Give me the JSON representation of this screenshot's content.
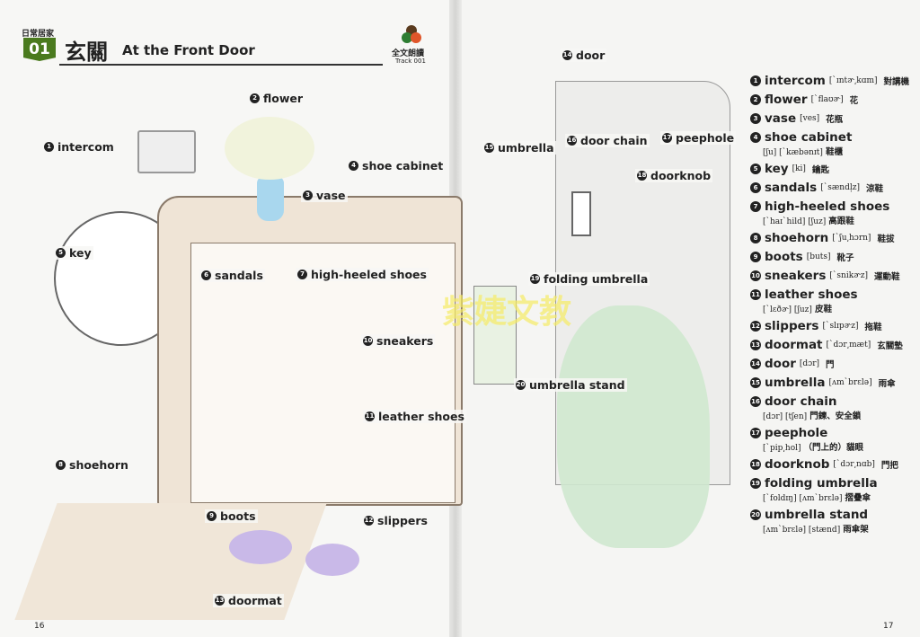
{
  "header": {
    "category": "日常居家",
    "lesson": "01",
    "title_zh": "玄關",
    "title_en": "At the Front Door",
    "audio_label": "全文朗讀",
    "track": "Track 001"
  },
  "watermark": "紫婕文教",
  "labels": [
    {
      "n": "1",
      "t": "intercom"
    },
    {
      "n": "2",
      "t": "flower"
    },
    {
      "n": "3",
      "t": "vase"
    },
    {
      "n": "4",
      "t": "shoe cabinet"
    },
    {
      "n": "5",
      "t": "key"
    },
    {
      "n": "6",
      "t": "sandals"
    },
    {
      "n": "7",
      "t": "high-heeled shoes"
    },
    {
      "n": "8",
      "t": "shoehorn"
    },
    {
      "n": "9",
      "t": "boots"
    },
    {
      "n": "10",
      "t": "sneakers"
    },
    {
      "n": "11",
      "t": "leather shoes"
    },
    {
      "n": "12",
      "t": "slippers"
    },
    {
      "n": "13",
      "t": "doormat"
    },
    {
      "n": "14",
      "t": "door"
    },
    {
      "n": "15",
      "t": "umbrella"
    },
    {
      "n": "16",
      "t": "door chain"
    },
    {
      "n": "17",
      "t": "peephole"
    },
    {
      "n": "18",
      "t": "doorknob"
    },
    {
      "n": "19",
      "t": "folding umbrella"
    },
    {
      "n": "20",
      "t": "umbrella stand"
    }
  ],
  "vocab": [
    {
      "n": "1",
      "w": "intercom",
      "p": "[ˋɪntɚ͵kɑm]",
      "z": "對講機"
    },
    {
      "n": "2",
      "w": "flower",
      "p": "[ˋflaʊɚ]",
      "z": "花"
    },
    {
      "n": "3",
      "w": "vase",
      "p": "[ves]",
      "z": "花瓶"
    },
    {
      "n": "4",
      "w": "shoe cabinet",
      "p": "[ʃu] [ˋkæbənɪt]",
      "z": "鞋櫃"
    },
    {
      "n": "5",
      "w": "key",
      "p": "[ki]",
      "z": "鑰匙"
    },
    {
      "n": "6",
      "w": "sandals",
      "p": "[ˋsændl̩z]",
      "z": "涼鞋"
    },
    {
      "n": "7",
      "w": "high-heeled shoes",
      "p": "[ˋhaɪˋhild] [ʃuz]",
      "z": "高跟鞋"
    },
    {
      "n": "8",
      "w": "shoehorn",
      "p": "[ˋʃu͵hɔrn]",
      "z": "鞋拔"
    },
    {
      "n": "9",
      "w": "boots",
      "p": "[buts]",
      "z": "靴子"
    },
    {
      "n": "10",
      "w": "sneakers",
      "p": "[ˋsnikɚz]",
      "z": "運動鞋"
    },
    {
      "n": "11",
      "w": "leather shoes",
      "p": "[ˋlɛðɚ] [ʃuz]",
      "z": "皮鞋"
    },
    {
      "n": "12",
      "w": "slippers",
      "p": "[ˋslɪpɚz]",
      "z": "拖鞋"
    },
    {
      "n": "13",
      "w": "doormat",
      "p": "[ˋdɔr͵mæt]",
      "z": "玄關墊"
    },
    {
      "n": "14",
      "w": "door",
      "p": "[dɔr]",
      "z": "門"
    },
    {
      "n": "15",
      "w": "umbrella",
      "p": "[ʌmˋbrɛlə]",
      "z": "雨傘"
    },
    {
      "n": "16",
      "w": "door chain",
      "p": "[dɔr] [tʃen]",
      "z": "門鍊、安全鎖"
    },
    {
      "n": "17",
      "w": "peephole",
      "p": "[ˋpip͵hol]",
      "z": "（門上的）貓眼"
    },
    {
      "n": "18",
      "w": "doorknob",
      "p": "[ˋdɔr͵nɑb]",
      "z": "門把"
    },
    {
      "n": "19",
      "w": "folding umbrella",
      "p": "[ˋfoldɪŋ] [ʌmˋbrɛlə]",
      "z": "摺疊傘"
    },
    {
      "n": "20",
      "w": "umbrella stand",
      "p": "[ʌmˋbrɛlə] [stænd]",
      "z": "雨傘架"
    }
  ],
  "page_numbers": {
    "left": "16",
    "right": "17"
  },
  "colors": {
    "badge": "#4a7a1e",
    "leaf": "#cfe8cf",
    "slipper": "#c9b9e8",
    "cabinet": "#efe4d6"
  }
}
